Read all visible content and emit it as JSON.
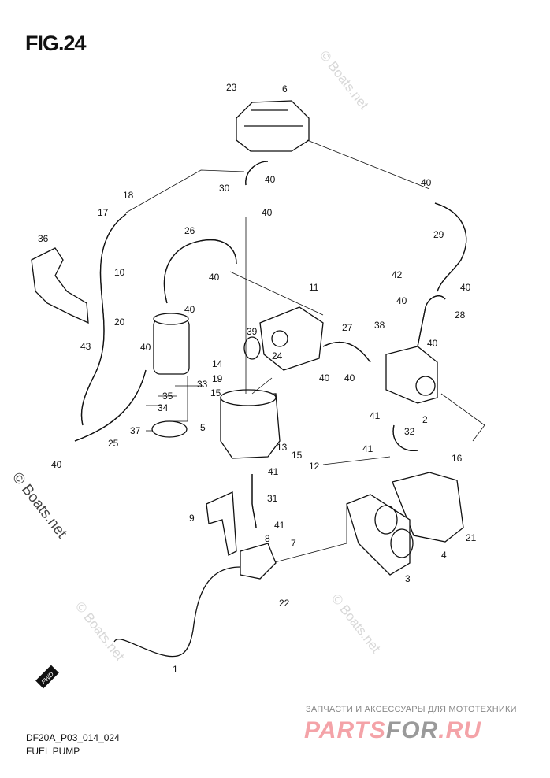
{
  "figure": {
    "title": "FIG.24",
    "code": "DF20A_P03_014_024",
    "name": "FUEL PUMP"
  },
  "watermark": {
    "text": "© Boats.net"
  },
  "branding": {
    "tagline": "ЗАПЧАСТИ И АКСЕССУАРЫ ДЛЯ МОТОТЕХНИКИ",
    "logo_part1": "PARTS",
    "logo_part2": "FOR",
    "logo_part3": ".RU"
  },
  "fwd_badge": "FWD",
  "callouts": [
    "23",
    "6",
    "40",
    "30",
    "40",
    "40",
    "18",
    "17",
    "36",
    "26",
    "29",
    "10",
    "40",
    "42",
    "40",
    "11",
    "40",
    "40",
    "28",
    "20",
    "43",
    "38",
    "27",
    "39",
    "40",
    "40",
    "14",
    "24",
    "40",
    "40",
    "19",
    "33",
    "35",
    "15",
    "34",
    "41",
    "2",
    "32",
    "5",
    "37",
    "25",
    "13",
    "15",
    "40",
    "12",
    "41",
    "16",
    "41",
    "31",
    "9",
    "41",
    "8",
    "7",
    "21",
    "4",
    "3",
    "22",
    "1"
  ]
}
